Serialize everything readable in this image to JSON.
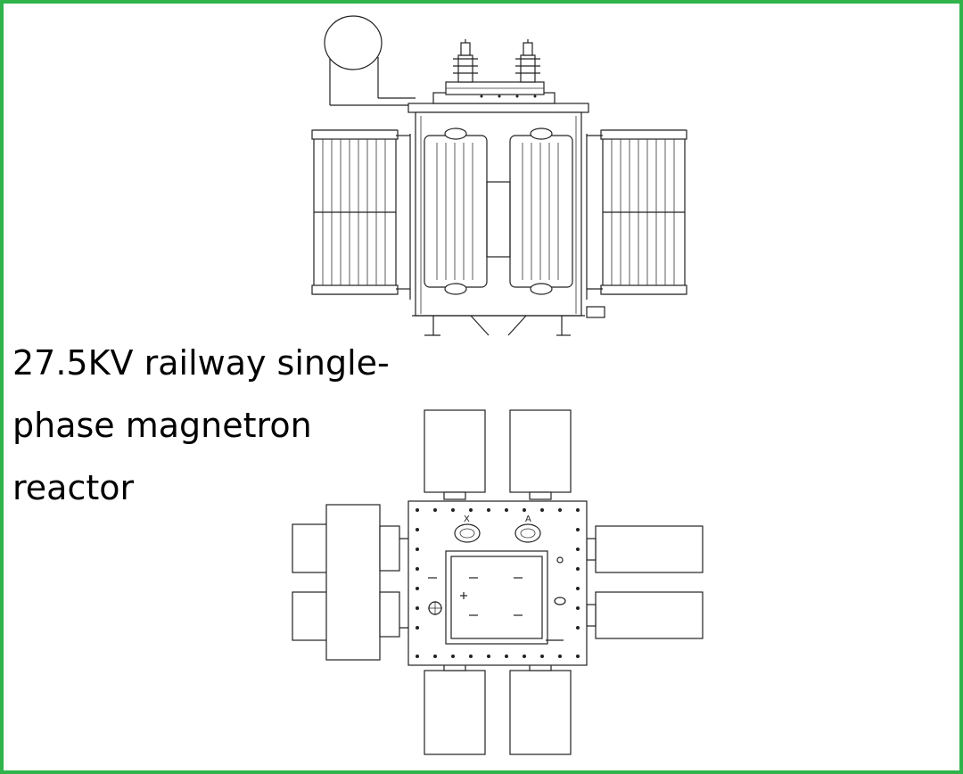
{
  "caption": {
    "line1": "27.5KV railway single-",
    "line2": "phase magnetron",
    "line3": "reactor"
  },
  "plan_view": {
    "terminal_label_left": "X",
    "terminal_label_right": "A"
  },
  "colors": {
    "border": "#2fb34a",
    "line": "#222222",
    "background": "#ffffff"
  }
}
